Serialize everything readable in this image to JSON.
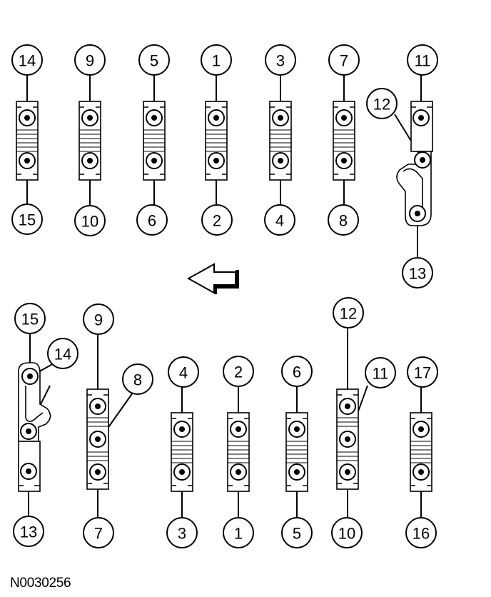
{
  "figure_code": "N0030256",
  "colors": {
    "line": "#000000",
    "fill": "#ffffff"
  },
  "direction_arrow": {
    "icon": "arrow-left-icon"
  },
  "upper_row": {
    "callouts": [
      "14",
      "15",
      "9",
      "10",
      "5",
      "6",
      "1",
      "2",
      "3",
      "4",
      "7",
      "8",
      "11",
      "12",
      "13"
    ]
  },
  "lower_row": {
    "callouts": [
      "15",
      "14",
      "13",
      "9",
      "8",
      "7",
      "4",
      "3",
      "2",
      "1",
      "6",
      "5",
      "12",
      "11",
      "10",
      "17",
      "16"
    ]
  }
}
